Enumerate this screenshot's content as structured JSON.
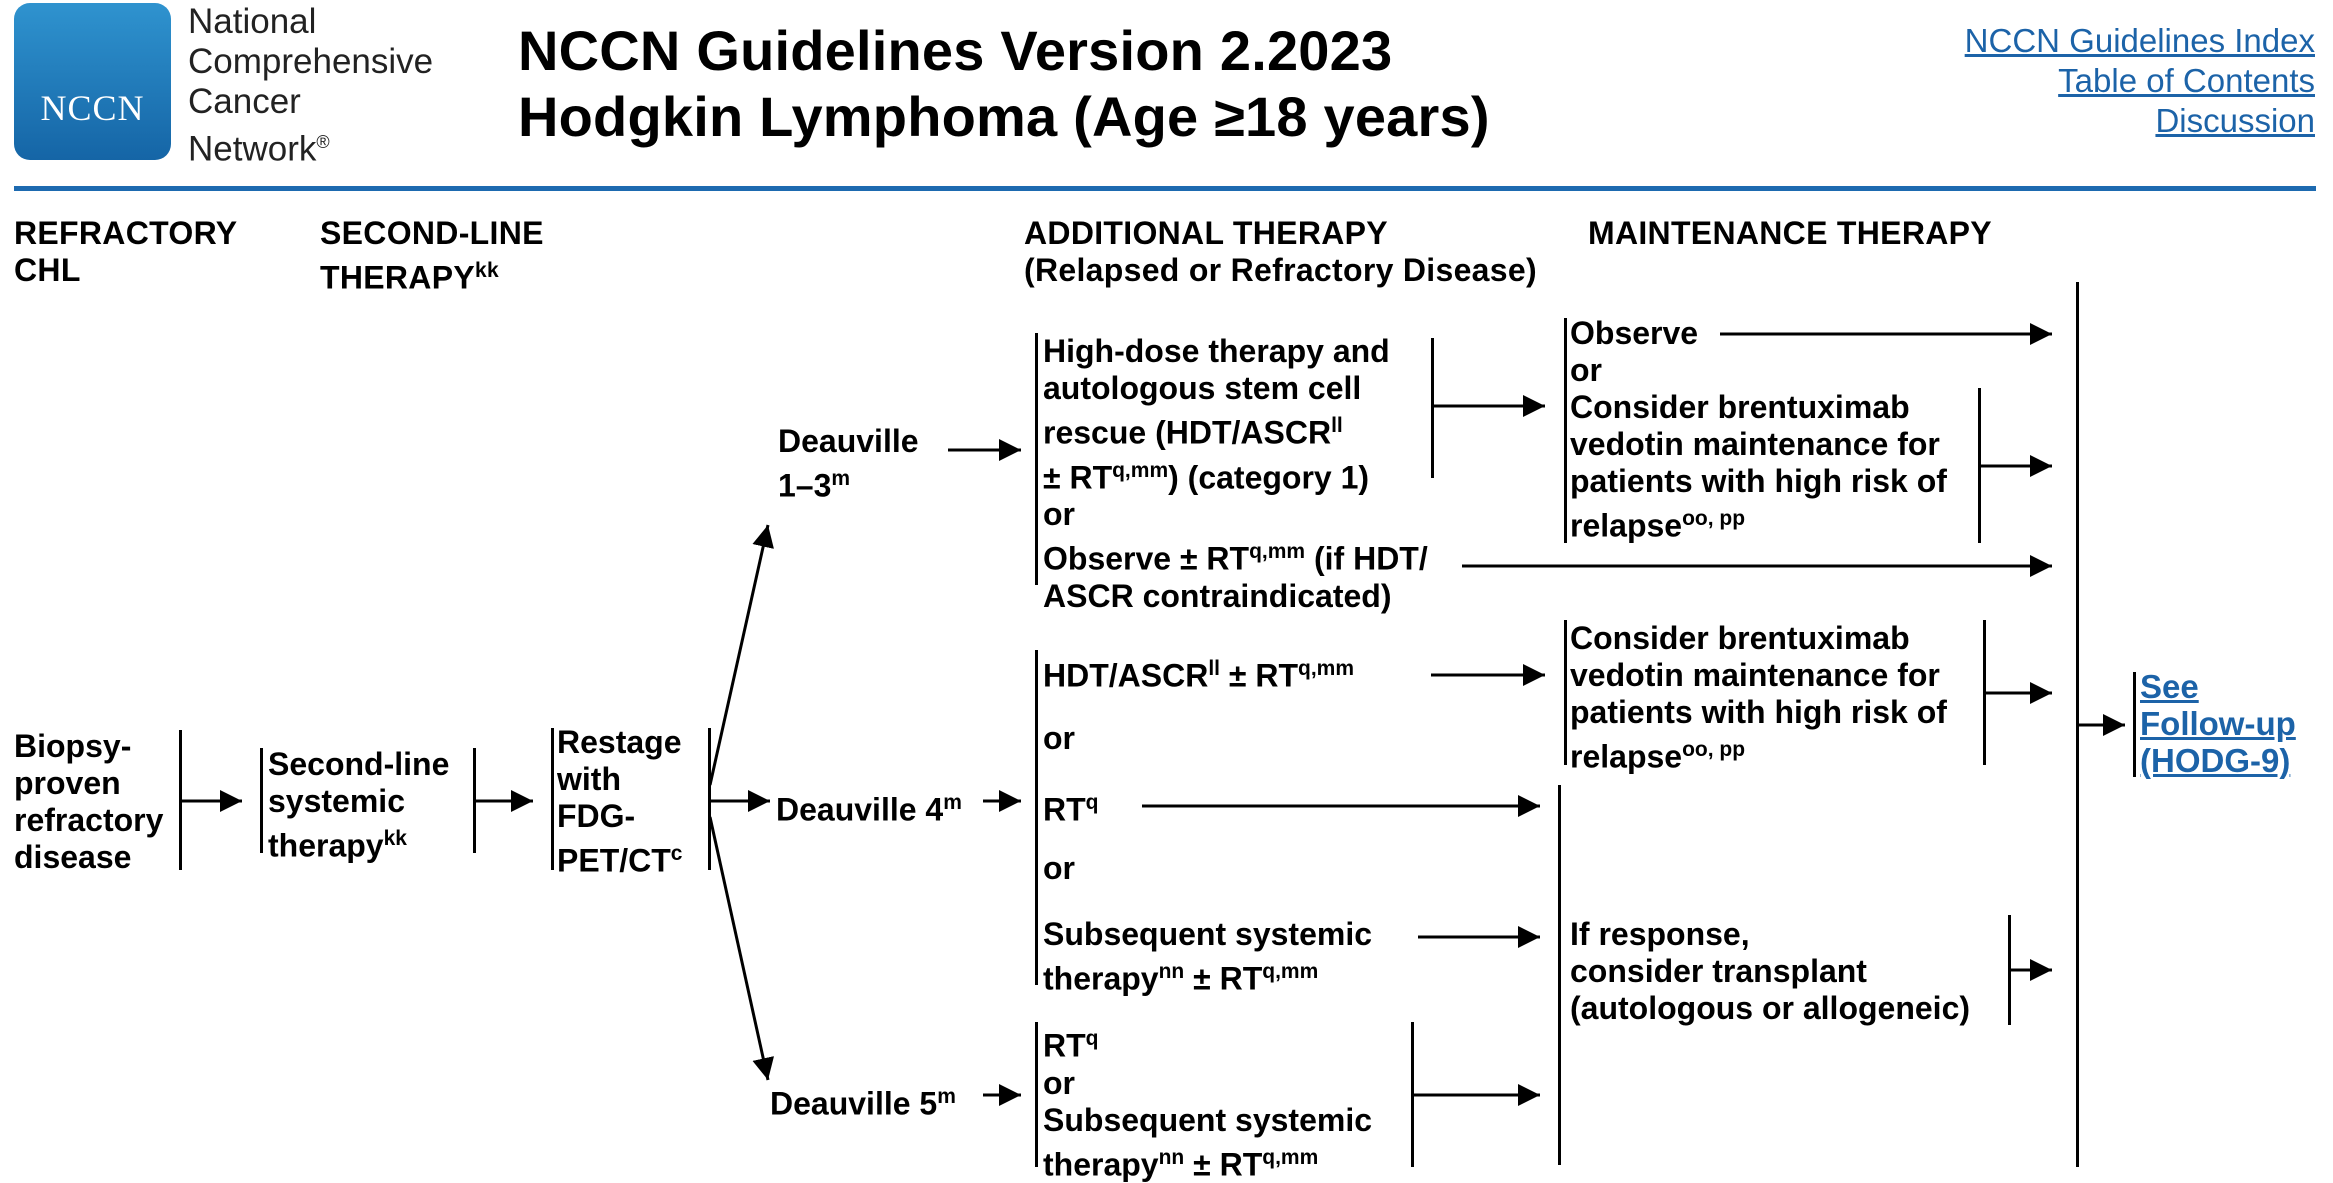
{
  "logo": {
    "text": "NCCN"
  },
  "organization": [
    "National",
    "Comprehensive",
    "Cancer",
    "Network"
  ],
  "organization_mark": "®",
  "title_line1": "NCCN Guidelines Version 2.2023",
  "title_line2": "Hodgkin Lymphoma (Age ≥18 years)",
  "top_links": [
    "NCCN Guidelines Index",
    "Table of Contents",
    "Discussion"
  ],
  "headers": {
    "refractory": [
      "REFRACTORY",
      "CHL"
    ],
    "second_line": [
      "SECOND-LINE",
      "THERAPY"
    ],
    "second_line_sup": "kk",
    "additional": [
      "ADDITIONAL THERAPY",
      "(Relapsed or Refractory Disease)"
    ],
    "maintenance": "MAINTENANCE THERAPY"
  },
  "nodes": {
    "biopsy": [
      "Biopsy-",
      "proven",
      "refractory",
      "disease"
    ],
    "second_line": [
      "Second-line",
      "systemic",
      "therapy"
    ],
    "second_line_sup": "kk",
    "restage": [
      "Restage",
      "with",
      "FDG-",
      "PET/CT"
    ],
    "restage_sup": "c",
    "deauville_13": [
      "Deauville",
      "1–3"
    ],
    "deauville_4": "Deauville 4",
    "deauville_5": "Deauville 5",
    "deauville_sup": "m"
  },
  "d13_options": {
    "line1": "High-dose therapy and",
    "line2": "autologous stem cell",
    "line3": "rescue (HDT/ASCR",
    "line3_sup": "ll",
    "line4_pre": "± RT",
    "line4_sup": "q,mm",
    "line4_post": ") (category 1)",
    "or": "or",
    "line6_pre": "Observe ± RT",
    "line6_sup": "q,mm",
    "line6_post": " (if HDT/",
    "line7": "ASCR contraindicated)"
  },
  "d13_maintenance": {
    "observe": "Observe",
    "or": "or",
    "lines": [
      "Consider brentuximab",
      "vedotin maintenance for",
      "patients with high risk of"
    ],
    "last": "relapse",
    "last_sup": "oo, pp"
  },
  "d4_options": {
    "hdt_pre": "HDT/ASCR",
    "hdt_sup1": "ll",
    "hdt_mid": " ± RT",
    "hdt_sup2": "q,mm",
    "or1": "or",
    "rt": "RT",
    "rt_sup": "q",
    "or2": "or",
    "sub1": "Subsequent systemic",
    "sub2_pre": "therapy",
    "sub2_sup1": "nn",
    "sub2_mid": " ± RT",
    "sub2_sup2": "q,mm"
  },
  "d4_maintenance": {
    "lines": [
      "Consider brentuximab",
      "vedotin maintenance for",
      "patients with high risk of"
    ],
    "last": "relapse",
    "last_sup": "oo, pp"
  },
  "response": [
    "If response,",
    "consider transplant",
    "(autologous or allogeneic)"
  ],
  "d5_options": {
    "rt": "RT",
    "rt_sup": "q",
    "or": "or",
    "sub1": "Subsequent systemic",
    "sub2_pre": "therapy",
    "sub2_sup1": "nn",
    "sub2_mid": " ± RT",
    "sub2_sup2": "q,mm"
  },
  "followup": [
    "See ",
    "Follow-up ",
    "(HODG-9)"
  ]
}
